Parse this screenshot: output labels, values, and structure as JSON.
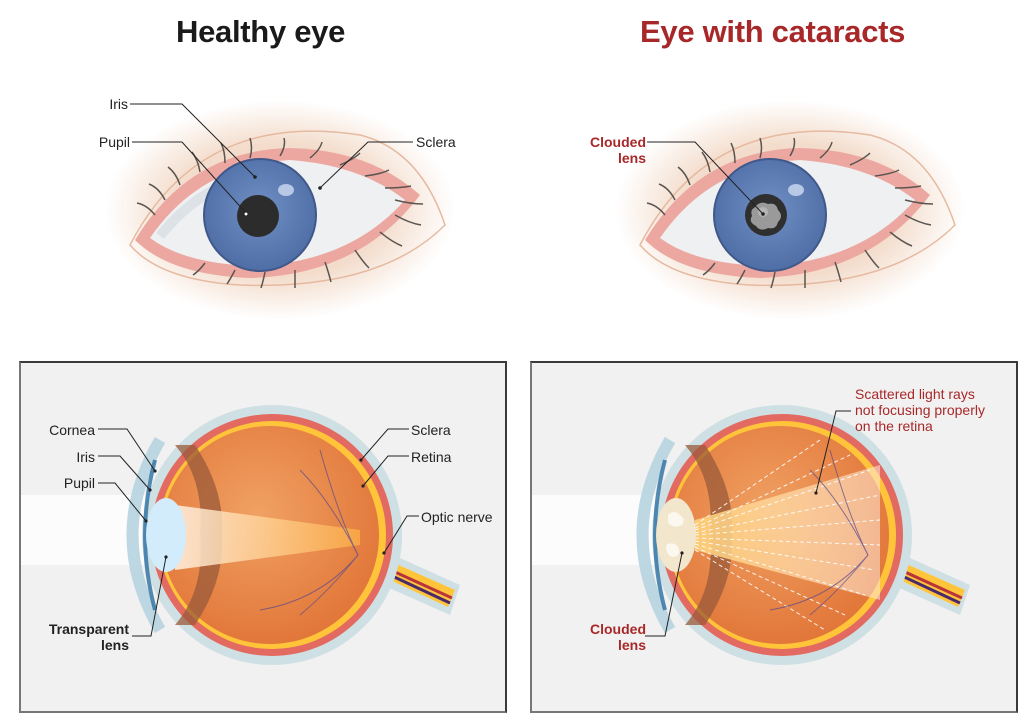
{
  "titles": {
    "healthy": "Healthy eye",
    "cataract": "Eye with cataracts"
  },
  "colors": {
    "healthy_title": "#1a1a1a",
    "cataract_title": "#a8282a",
    "panel_bg": "#f1f1f1",
    "iris": "#5a7bb5",
    "eyeball": "#e8833f",
    "sclera_ring": "#cfe0e4",
    "retina": "#ffc43a",
    "lens_clear": "#d2ecfb",
    "lens_clouded": "#f2e6cc"
  },
  "front_healthy": {
    "labels": {
      "iris": "Iris",
      "pupil": "Pupil",
      "sclera": "Sclera"
    }
  },
  "front_cataract": {
    "labels": {
      "clouded_lens_line1": "Clouded",
      "clouded_lens_line2": "lens"
    }
  },
  "section_healthy": {
    "labels": {
      "cornea": "Cornea",
      "iris": "Iris",
      "pupil": "Pupil",
      "sclera": "Sclera",
      "retina": "Retina",
      "optic_nerve": "Optic nerve",
      "lens_line1": "Transparent",
      "lens_line2": "lens"
    }
  },
  "section_cataract": {
    "labels": {
      "scatter_line1": "Scattered light rays",
      "scatter_line2": "not focusing properly",
      "scatter_line3": "on the retina",
      "lens_line1": "Clouded",
      "lens_line2": "lens"
    }
  }
}
